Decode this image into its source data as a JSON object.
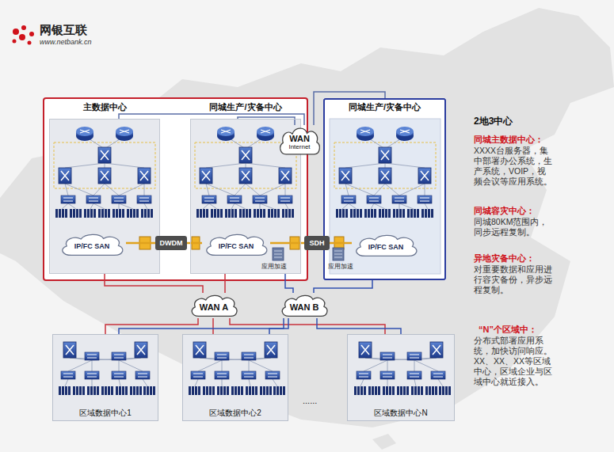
{
  "diagram": {
    "nodes": [
      {
        "text": [
          "主数据中心"
        ]
      },
      {
        "text": [
          "IP/FC SAN"
        ],
        "in": 0
      },
      {
        "text": [
          "同城生产/灾备中心"
        ]
      },
      {
        "text": [
          "IP/FC SAN"
        ],
        "in": 2
      },
      {
        "text": [
          "同城生产/灾备中心"
        ]
      },
      {
        "text": [
          "IP/FC SAN"
        ],
        "in": 4
      },
      {
        "text": [
          "WAN",
          "Internet"
        ]
      },
      {
        "text": [
          "DWDM"
        ]
      },
      {
        "text": [
          "SDH"
        ]
      },
      {
        "text": [
          "WAN A"
        ]
      },
      {
        "text": [
          "WAN B"
        ]
      },
      {
        "text": [
          "区域数据中心1"
        ]
      },
      {
        "text": [
          "区域数据中心2"
        ]
      },
      {
        "text": [
          "区域数据中心N"
        ]
      }
    ],
    "edges": [
      {
        "from": 0,
        "to": 6,
        "arrow": "none"
      },
      {
        "from": 2,
        "to": 6,
        "arrow": "none"
      },
      {
        "from": 6,
        "to": 4,
        "arrow": "none"
      },
      {
        "from": 1,
        "to": 7,
        "arrow": "none"
      },
      {
        "from": 7,
        "to": 3,
        "arrow": "none"
      },
      {
        "from": 3,
        "to": 8,
        "arrow": "none"
      },
      {
        "from": 8,
        "to": 5,
        "arrow": "none"
      },
      {
        "from": 0,
        "to": 9,
        "arrow": "none"
      },
      {
        "from": 2,
        "to": 9,
        "arrow": "none"
      },
      {
        "from": 2,
        "to": 10,
        "arrow": "none"
      },
      {
        "from": 4,
        "to": 10,
        "arrow": "none"
      },
      {
        "from": 9,
        "to": 11,
        "arrow": "none"
      },
      {
        "from": 9,
        "to": 12,
        "arrow": "none"
      },
      {
        "from": 9,
        "to": 13,
        "arrow": "none"
      },
      {
        "from": 10,
        "to": 11,
        "arrow": "none"
      },
      {
        "from": 10,
        "to": 12,
        "arrow": "none"
      },
      {
        "from": 10,
        "to": 13,
        "arrow": "none"
      }
    ],
    "labels": [
      "网银互联",
      "www.netbank.cn",
      "应用加速",
      "应用加速",
      "......",
      "2地3中心",
      "同城主数据中心：",
      "XXXX台服务器，集中部署办公系统，生产系统，VOIP，视频会议等应用系统。",
      "同城容灾中心：",
      "同城80KM范围内，同步远程复制。",
      "异地灾备中心：",
      "对重要数据和应用进行容灾备份，异步远程复制。",
      "“N”个区域中：",
      "分布式部署应用系统，加快访问响应。XX、XX、XX等区域中心，区域企业与区域中心就近接入。"
    ]
  }
}
